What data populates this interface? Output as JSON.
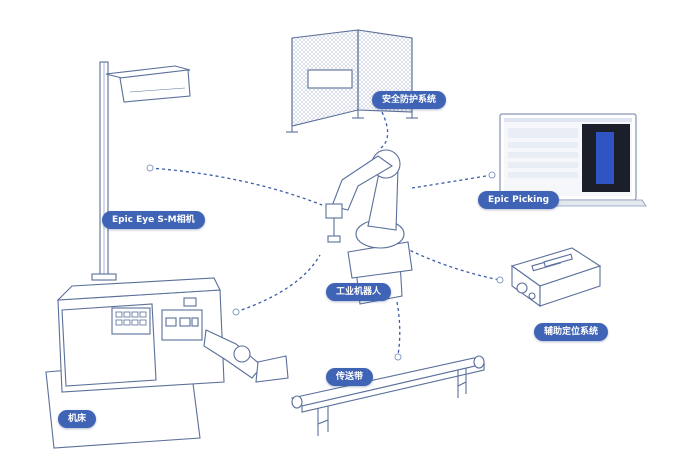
{
  "labels": {
    "safety": "安全防护系统",
    "camera": "Epic Eye S-M相机",
    "picking": "Epic Picking",
    "robot": "工业机器人",
    "aux": "辅助定位系统",
    "conveyor": "传送带",
    "machine": "机床"
  },
  "colors": {
    "accent": "#3f63b5",
    "line": "#3b5ba9",
    "sketch": "#5a6f9a"
  },
  "icons": {
    "safety": "fence-icon",
    "camera": "camera-stand-icon",
    "picking": "laptop-icon",
    "robot": "robot-arm-icon",
    "aux": "positioning-module-icon",
    "conveyor": "conveyor-belt-icon",
    "machine": "cnc-machine-icon"
  }
}
